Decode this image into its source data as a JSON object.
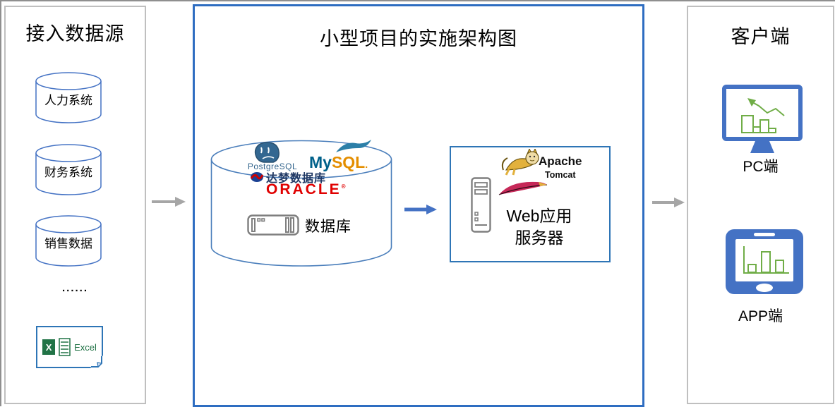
{
  "left_panel": {
    "title": "接入数据源",
    "cylinders": [
      {
        "label": "人力系统"
      },
      {
        "label": "财务系统"
      },
      {
        "label": "销售数据"
      }
    ],
    "ellipsis": "......",
    "excel": {
      "icon_letter": "X",
      "label": "Excel"
    }
  },
  "center_panel": {
    "title": "小型项目的实施架构图",
    "database": {
      "postgresql_label": "PostgreSQL",
      "mysql_my": "My",
      "mysql_sql": "SQL",
      "mysql_mark": ".",
      "dm_label": "达梦数据库",
      "oracle_label": "ORACLE",
      "oracle_mark": "®",
      "label": "数据库"
    },
    "web_server": {
      "apache_label": "Apache",
      "tomcat_label": "Tomcat",
      "label_line1": "Web应用",
      "label_line2": "服务器"
    }
  },
  "right_panel": {
    "title": "客户端",
    "pc_label": "PC端",
    "app_label": "APP端"
  },
  "colors": {
    "panel_border_gray": "#BFBFBF",
    "panel_border_blue": "#2E6DC1",
    "box_border_blue": "#2E75B6",
    "cylinder_stroke": "#4472C4",
    "arrow_gray": "#A6A6A6",
    "arrow_blue": "#4472C4",
    "device_blue": "#4472C4",
    "chart_green": "#70AD47",
    "excel_green": "#217346",
    "oracle_red": "#E00000",
    "mysql_navy": "#00618A",
    "mysql_orange": "#E48E00",
    "postgres_blue": "#336791",
    "dm_navy": "#1F3864",
    "tomcat_tan": "#E2B13C",
    "feather_red": "#C62858"
  }
}
